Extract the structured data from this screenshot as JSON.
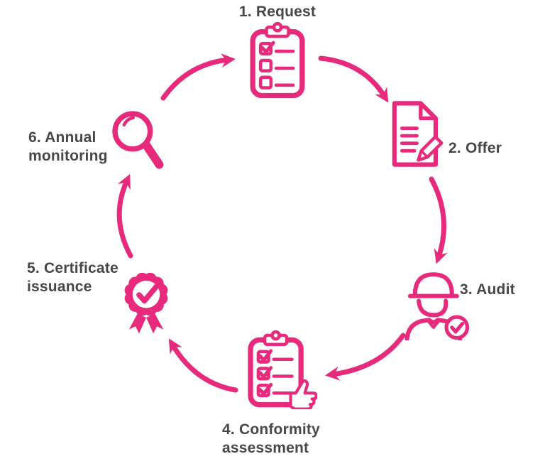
{
  "diagram": {
    "background_color": "#ffffff",
    "accent_color": "#e72a7c",
    "text_color": "#474747",
    "steps": [
      {
        "id": "request",
        "label": "1. Request",
        "icon": "clipboard-checklist-icon"
      },
      {
        "id": "offer",
        "label": "2. Offer",
        "icon": "document-pencil-icon"
      },
      {
        "id": "audit",
        "label": "3. Audit",
        "icon": "auditor-hardhat-check-icon"
      },
      {
        "id": "conformity-assessment",
        "label": "4. Conformity assessment",
        "icon": "clipboard-thumbs-up-icon"
      },
      {
        "id": "certificate-issuance",
        "label": "5. Certificate issuance",
        "icon": "certificate-rosette-check-icon"
      },
      {
        "id": "annual-monitoring",
        "label": "6. Annual monitoring",
        "icon": "magnifying-glass-icon"
      }
    ],
    "arrows": [
      {
        "from": "request",
        "to": "offer"
      },
      {
        "from": "offer",
        "to": "audit"
      },
      {
        "from": "audit",
        "to": "conformity-assessment"
      },
      {
        "from": "conformity-assessment",
        "to": "certificate-issuance"
      },
      {
        "from": "certificate-issuance",
        "to": "annual-monitoring"
      },
      {
        "from": "annual-monitoring",
        "to": "request"
      }
    ]
  }
}
